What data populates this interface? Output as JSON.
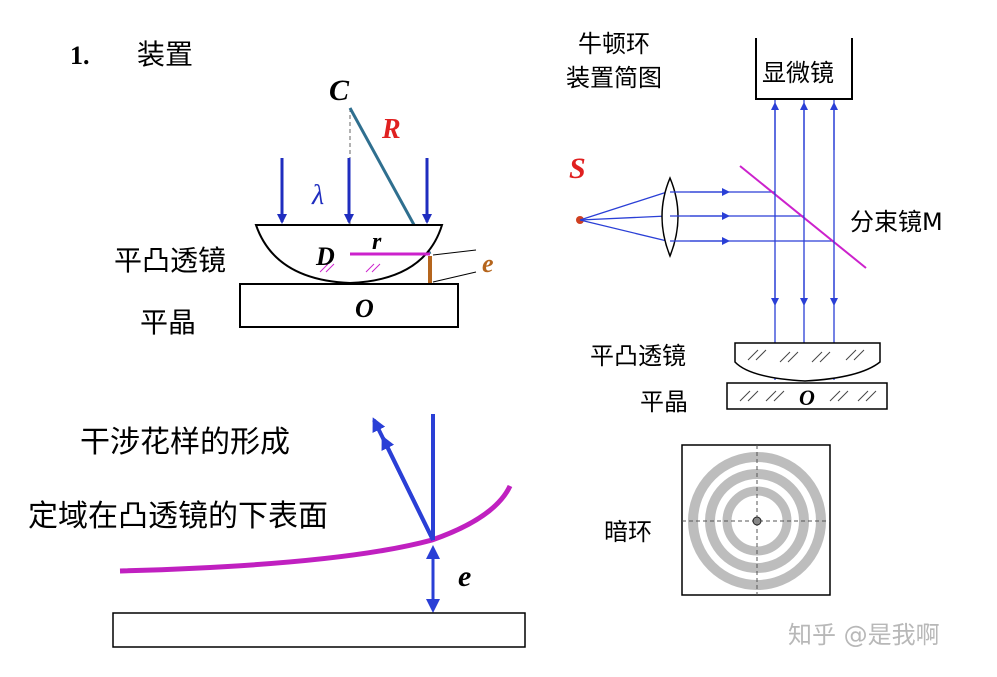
{
  "setup": {
    "heading_number": "1.",
    "heading_text": "装置",
    "label_C": "C",
    "label_R": "R",
    "label_lambda": "λ",
    "label_D": "D",
    "label_r": "r",
    "label_e": "e",
    "label_O": "O",
    "lens_label": "平凸透镜",
    "plate_label": "平晶"
  },
  "newton_rings": {
    "title_line1": "牛顿环",
    "title_line2": "装置简图",
    "microscope_label": "显微镜",
    "source_label": "S",
    "beam_splitter_label": "分束镜M",
    "lens_label": "平凸透镜",
    "plate_label": "平晶",
    "label_O": "O",
    "dark_ring_label": "暗环"
  },
  "interference": {
    "title": "干涉花样的形成",
    "subtitle": "定域在凸透镜的下表面",
    "label_e": "e"
  },
  "watermark": "知乎 @是我啊",
  "colors": {
    "arrow_blue": "#1f2dbf",
    "ray_blue": "#2a3fd6",
    "radius_teal": "#2f6f8f",
    "magenta": "#cc22cc",
    "red_label": "#e02020",
    "brown": "#b5651d",
    "ring_gray": "#bdbdbd"
  }
}
